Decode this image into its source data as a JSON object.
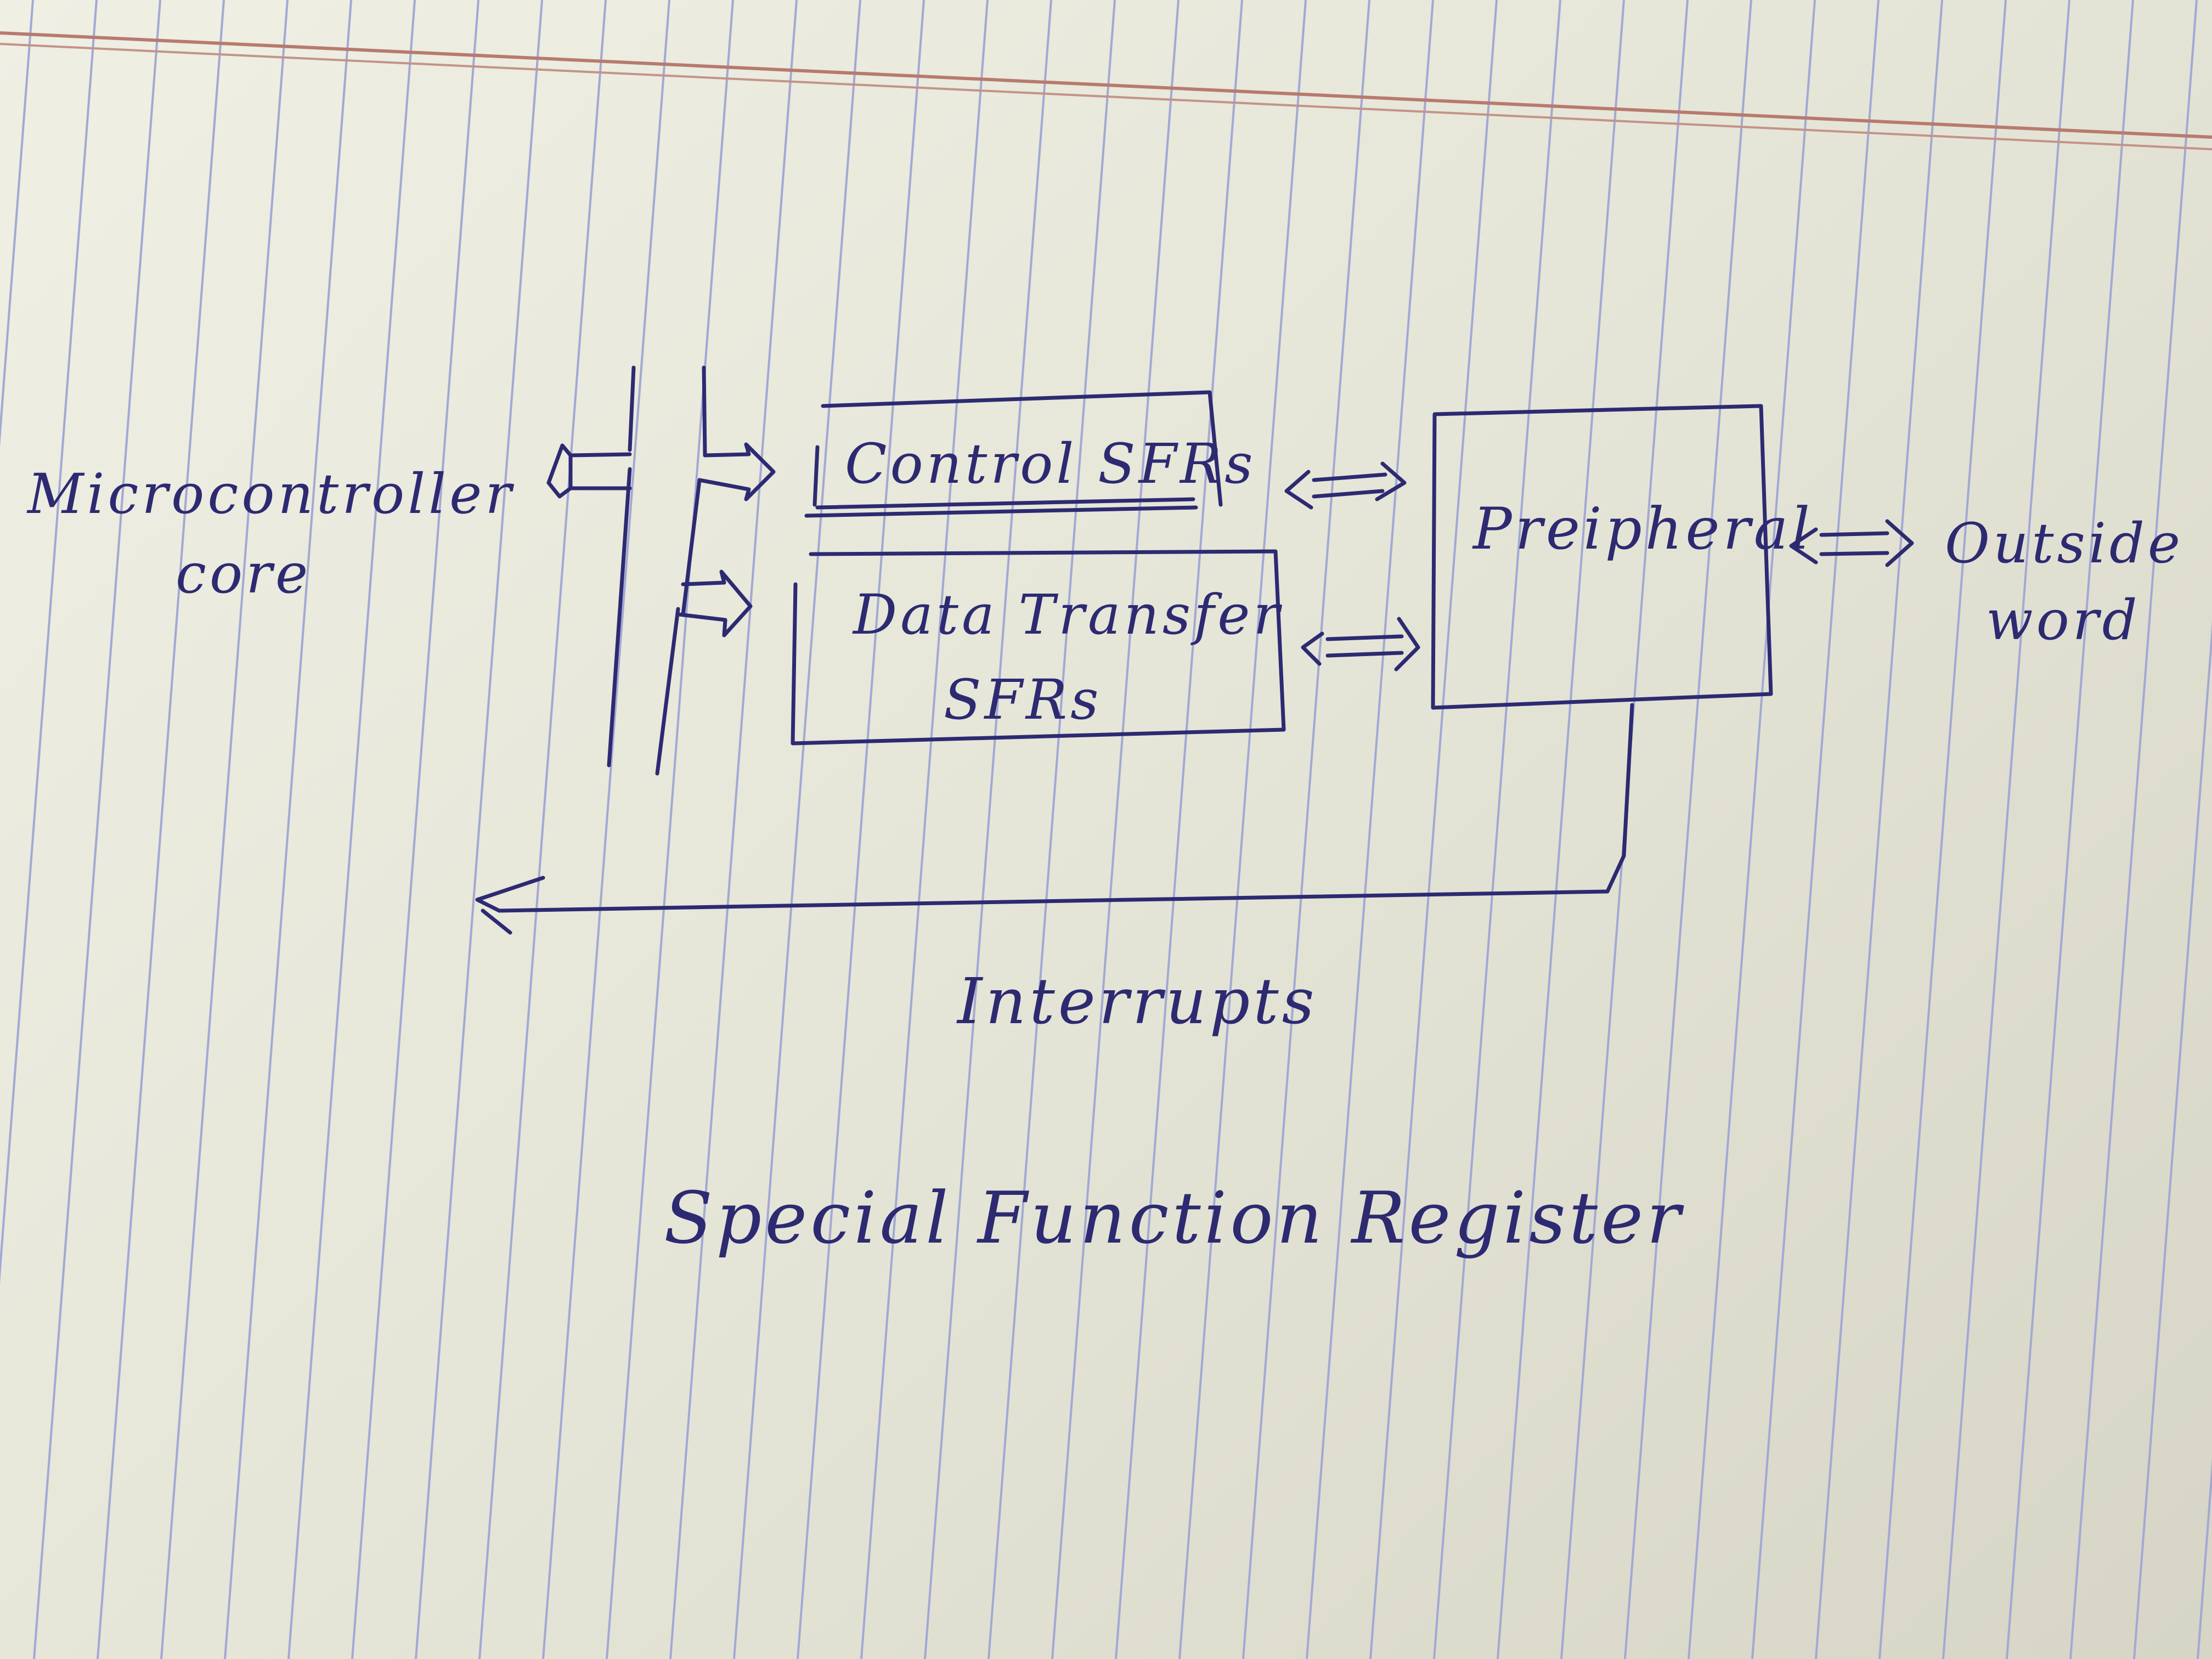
{
  "diagram": {
    "title": "Special Function Register",
    "core_label": [
      "Microcontroller",
      "core"
    ],
    "control_box": "Control SFRs",
    "data_box": [
      "Data Transfer",
      "SFRs"
    ],
    "peripheral_box": "Preipheral",
    "outside_label": [
      "Outside",
      "word"
    ],
    "interrupts_label": "Interrupts"
  },
  "colors": {
    "ink": "#2d2a72",
    "paper": "#ebeadf",
    "ruling_vertical": "#a3a8d4",
    "margin_line": "#b87a6e"
  }
}
